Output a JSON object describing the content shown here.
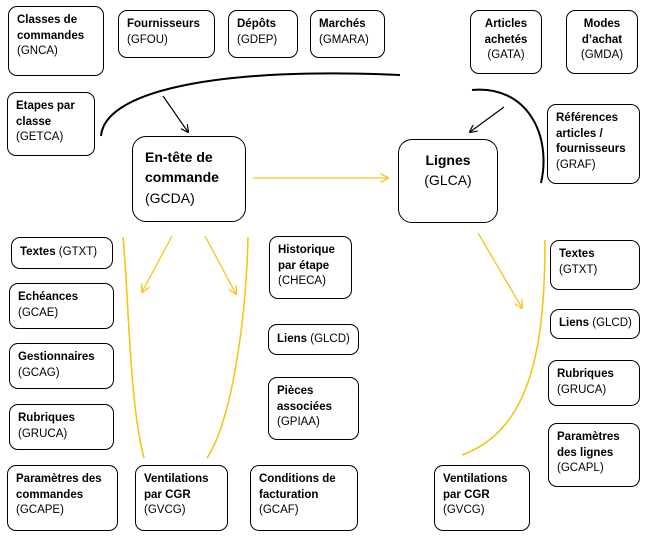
{
  "nodes": {
    "gnca": {
      "title": "Classes de commandes",
      "code": "(GNCA)"
    },
    "gfou": {
      "title": "Fournisseurs",
      "code": "(GFOU)"
    },
    "gdep": {
      "title": "Dépôts",
      "code": "(GDEP)"
    },
    "gmara": {
      "title": "Marchés",
      "code": "(GMARA)"
    },
    "gata": {
      "title": "Articles achetés",
      "code": "(GATA)"
    },
    "gmda": {
      "title": "Modes d’achat",
      "code": "(GMDA)"
    },
    "getca": {
      "title": "Etapes par classe",
      "code": "(GETCA)"
    },
    "gcda": {
      "title": "En-tête de commande",
      "code": "(GCDA)"
    },
    "glca": {
      "title": "Lignes",
      "code": "(GLCA)"
    },
    "graf": {
      "title": "Références articles / fournisseurs",
      "code": "(GRAF)"
    },
    "gtxt_left": {
      "title": "Textes",
      "code": "(GTXT)"
    },
    "gcae": {
      "title": "Echéances",
      "code": "(GCAE)"
    },
    "gcag": {
      "title": "Gestionnaires",
      "code": "(GCAG)"
    },
    "gruca_left": {
      "title": "Rubriques",
      "code": "(GRUCA)"
    },
    "gcape": {
      "title": "Paramètres des commandes",
      "code": "(GCAPE)"
    },
    "gvcg_left": {
      "title": "Ventilations par CGR",
      "code": "(GVCG)"
    },
    "gcaf": {
      "title": "Conditions de facturation",
      "code": "(GCAF)"
    },
    "checa": {
      "title": "Historique par étape",
      "code": "(CHECA)"
    },
    "glcd_left": {
      "title": "Liens",
      "code": "(GLCD)"
    },
    "gpiaa": {
      "title": "Pièces associées",
      "code": "(GPIAA)"
    },
    "gvcg_right": {
      "title": "Ventilations par CGR",
      "code": "(GVCG)"
    },
    "gtxt_right": {
      "title": "Textes",
      "code": "(GTXT)"
    },
    "glcd_right": {
      "title": "Liens",
      "code": "(GLCD)"
    },
    "gruca_right": {
      "title": "Rubriques",
      "code": "(GRUCA)"
    },
    "gcapl": {
      "title": "Paramètres des lignes",
      "code": "(GCAPL)"
    }
  },
  "colors": {
    "box_border": "#000000",
    "connector_black": "#000000",
    "connector_yellow": "#f5c518"
  }
}
